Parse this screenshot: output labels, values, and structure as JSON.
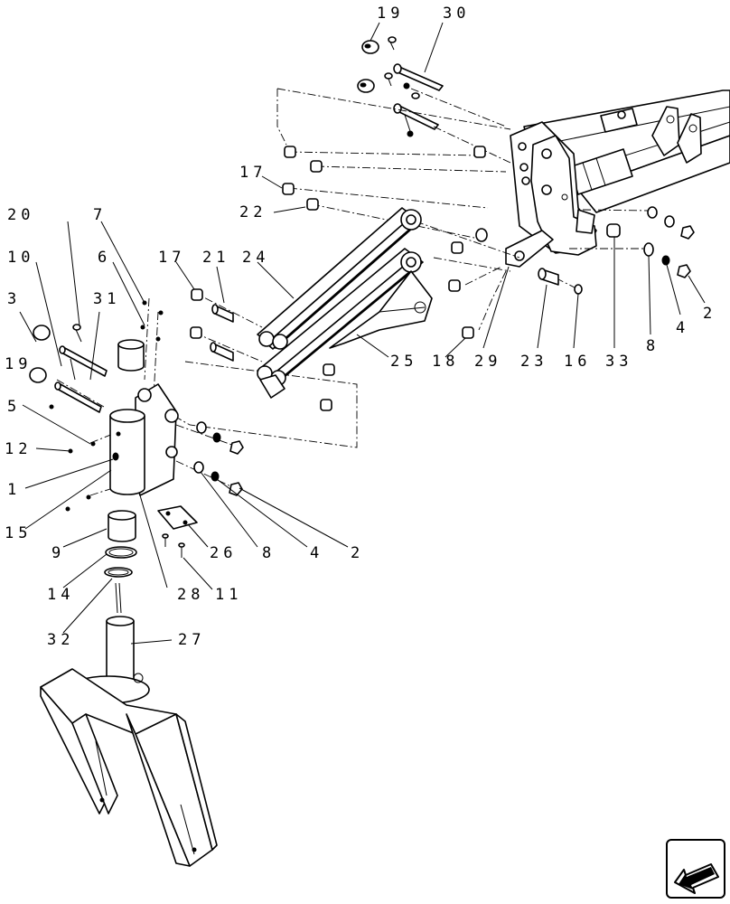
{
  "diagram": {
    "callouts": [
      {
        "id": "c19a",
        "text": "19"
      },
      {
        "id": "c30",
        "text": "30"
      },
      {
        "id": "c17a",
        "text": "17"
      },
      {
        "id": "c22",
        "text": "22"
      },
      {
        "id": "c20",
        "text": "20"
      },
      {
        "id": "c7",
        "text": "7"
      },
      {
        "id": "c10",
        "text": "10"
      },
      {
        "id": "c6",
        "text": "6"
      },
      {
        "id": "c17b",
        "text": "17"
      },
      {
        "id": "c21",
        "text": "21"
      },
      {
        "id": "c24",
        "text": "24"
      },
      {
        "id": "c3",
        "text": "3"
      },
      {
        "id": "c31",
        "text": "31"
      },
      {
        "id": "c19b",
        "text": "19"
      },
      {
        "id": "c5",
        "text": "5"
      },
      {
        "id": "c12",
        "text": "12"
      },
      {
        "id": "c1",
        "text": "1"
      },
      {
        "id": "c15",
        "text": "15"
      },
      {
        "id": "c9",
        "text": "9"
      },
      {
        "id": "c14",
        "text": "14"
      },
      {
        "id": "c32",
        "text": "32"
      },
      {
        "id": "c27",
        "text": "27"
      },
      {
        "id": "c26",
        "text": "26"
      },
      {
        "id": "c28",
        "text": "28"
      },
      {
        "id": "c11",
        "text": "11"
      },
      {
        "id": "c8a",
        "text": "8"
      },
      {
        "id": "c4a",
        "text": "4"
      },
      {
        "id": "c2a",
        "text": "2"
      },
      {
        "id": "c25",
        "text": "25"
      },
      {
        "id": "c18",
        "text": "18"
      },
      {
        "id": "c29",
        "text": "29"
      },
      {
        "id": "c23",
        "text": "23"
      },
      {
        "id": "c16",
        "text": "16"
      },
      {
        "id": "c33",
        "text": "33"
      },
      {
        "id": "c8b",
        "text": "8"
      },
      {
        "id": "c4b",
        "text": "4"
      },
      {
        "id": "c2b",
        "text": "2"
      }
    ]
  },
  "navigation": {
    "icon": "navigate-arrow-icon"
  }
}
